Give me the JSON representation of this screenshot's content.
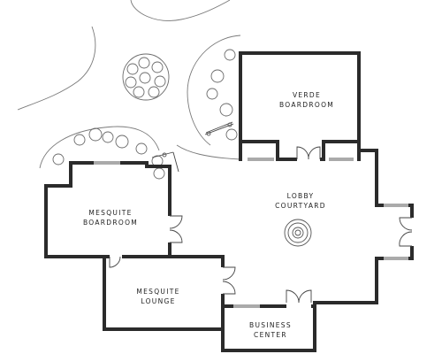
{
  "rooms": {
    "verde": {
      "line1": "VERDE",
      "line2": "BOARDROOM"
    },
    "lobby": {
      "line1": "LOBBY",
      "line2": "COURTYARD"
    },
    "mesquite_boardroom": {
      "line1": "MESQUITE",
      "line2": "BOARDROOM"
    },
    "mesquite_lounge": {
      "line1": "MESQUITE",
      "line2": "LOUNGE"
    },
    "business_center": {
      "line1": "BUSINESS",
      "line2": "CENTER"
    }
  }
}
